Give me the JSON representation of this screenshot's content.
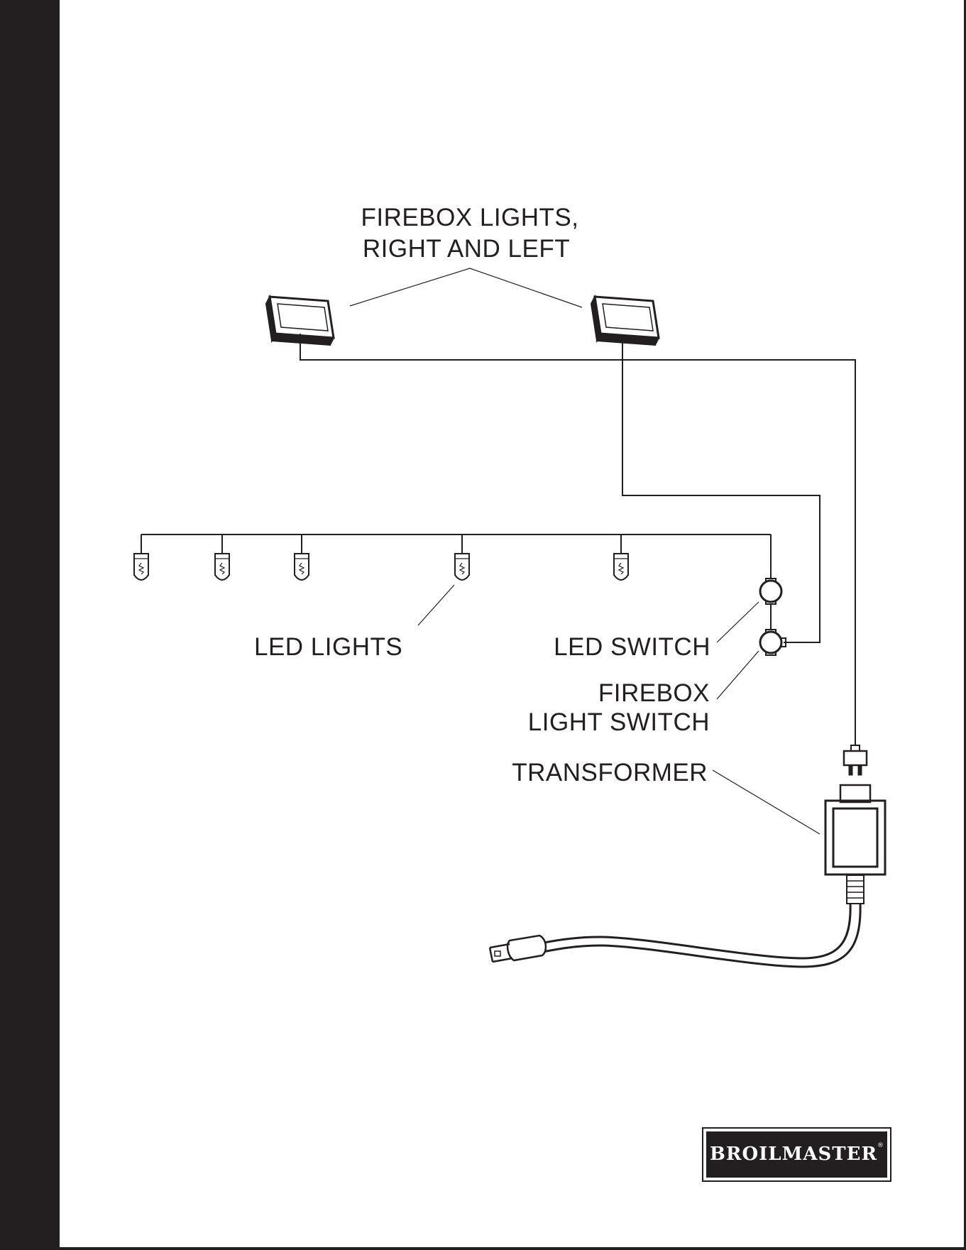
{
  "labels": {
    "firebox_lights_line1": "FIREBOX LIGHTS,",
    "firebox_lights_line2": "RIGHT AND LEFT",
    "led_lights": "LED LIGHTS",
    "led_switch": "LED SWITCH",
    "firebox_switch_line1": "FIREBOX",
    "firebox_switch_line2": "LIGHT SWITCH",
    "transformer": "TRANSFORMER"
  },
  "logo": {
    "brand": "BROILMASTER",
    "registered_mark": "®"
  },
  "colors": {
    "ink": "#231f20",
    "paper": "#ffffff"
  }
}
